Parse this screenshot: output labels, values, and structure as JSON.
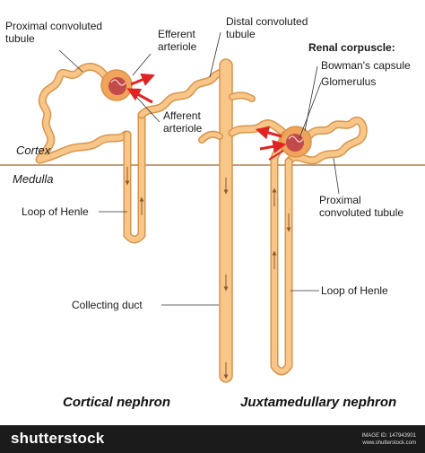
{
  "labels": {
    "proximal_convoluted_tubule_left_line1": "Proximal convoluted",
    "proximal_convoluted_tubule_left_line2": "tubule",
    "efferent_arteriole_line1": "Efferent",
    "efferent_arteriole_line2": "arteriole",
    "distal_convoluted_tubule_line1": "Distal convoluted",
    "distal_convoluted_tubule_line2": "tubule",
    "afferent_arteriole_line1": "Afferent",
    "afferent_arteriole_line2": "arteriole",
    "renal_corpuscle": "Renal corpuscle:",
    "bowmans_capsule": "Bowman's capsule",
    "glomerulus": "Glomerulus",
    "proximal_convoluted_tubule_right_line1": "Proximal",
    "proximal_convoluted_tubule_right_line2": "convoluted tubule",
    "loop_of_henle_left": "Loop of Henle",
    "collecting_duct": "Collecting duct",
    "loop_of_henle_right": "Loop of Henle"
  },
  "zones": {
    "cortex": "Cortex",
    "medulla": "Medulla"
  },
  "captions": {
    "cortical": "Cortical nephron",
    "juxtamedullary": "Juxtamedullary nephron"
  },
  "footer": {
    "brand": "shutterstock",
    "image_id": "IMAGE ID: 147943901",
    "site": "www.shutterstock.com"
  },
  "colors": {
    "tubule_fill": "#f9c689",
    "tubule_stroke": "#d9944a",
    "capsule": "#f0a35a",
    "glomerulus": "#c24a4a",
    "arteriole": "#e02424",
    "boundary": "#b08050",
    "arrow": "#8a5a2b"
  }
}
